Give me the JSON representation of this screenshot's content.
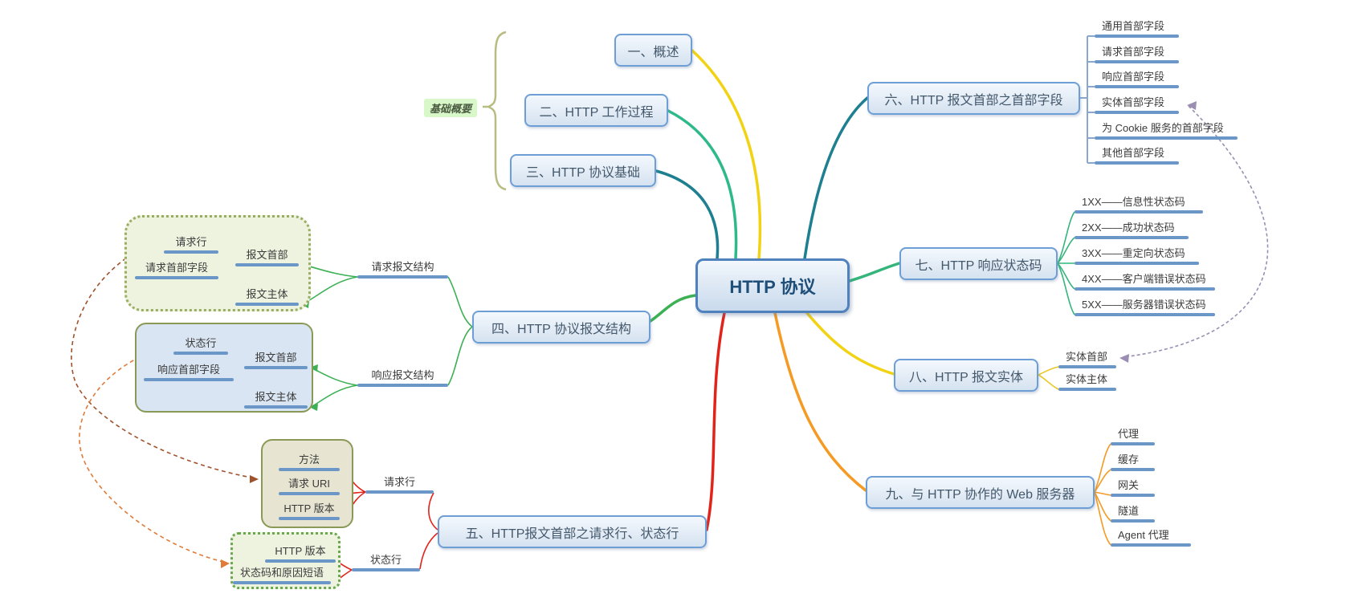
{
  "root_label": "HTTP 协议",
  "group_label": "基础概要",
  "topics": {
    "t1": "一、概述",
    "t2": "二、HTTP 工作过程",
    "t3": "三、HTTP 协议基础",
    "t4": "四、HTTP 协议报文结构",
    "t5": "五、HTTP报文首部之请求行、状态行",
    "t6": "六、HTTP 报文首部之首部字段",
    "t7": "七、HTTP 响应状态码",
    "t8": "八、HTTP 报文实体",
    "t9": "九、与 HTTP 协作的 Web 服务器"
  },
  "t4_sub": {
    "request_structure": "请求报文结构",
    "response_structure": "响应报文结构",
    "req_header": "报文首部",
    "req_line": "请求行",
    "req_header_fields": "请求首部字段",
    "req_body": "报文主体",
    "resp_header": "报文首部",
    "status_line": "状态行",
    "resp_header_fields": "响应首部字段",
    "resp_body": "报文主体"
  },
  "t5_sub": {
    "request_line": "请求行",
    "status_line": "状态行",
    "method": "方法",
    "request_uri": "请求 URI",
    "http_version_req": "HTTP 版本",
    "http_version_status": "HTTP 版本",
    "status_code_reason": "状态码和原因短语"
  },
  "t6_sub": [
    "通用首部字段",
    "请求首部字段",
    "响应首部字段",
    "实体首部字段",
    "为 Cookie 服务的首部字段",
    "其他首部字段"
  ],
  "t7_sub": [
    "1XX——信息性状态码",
    "2XX——成功状态码",
    "3XX——重定向状态码",
    "4XX——客户端错误状态码",
    "5XX——服务器错误状态码"
  ],
  "t8_sub": [
    "实体首部",
    "实体主体"
  ],
  "t9_sub": [
    "代理",
    "缓存",
    "网关",
    "隧道",
    "Agent 代理"
  ],
  "colors": {
    "branch_yellow": "#f2d313",
    "branch_green_teal": "#2eb98a",
    "branch_dark_teal": "#1d7f90",
    "branch_green": "#3cb054",
    "branch_red": "#e2231a",
    "branch_orange": "#f59a23",
    "underline_blue": "#6b96c8",
    "box_border_blue": "#6e9ed6",
    "central_border_blue": "#4f81bd",
    "relation_brown": "#a0522d",
    "relation_orange": "#e07b39",
    "relation_purple": "#9a8fb3",
    "boundary_olive": "#8a9a56",
    "group_label_bg": "#d9f8c9"
  }
}
